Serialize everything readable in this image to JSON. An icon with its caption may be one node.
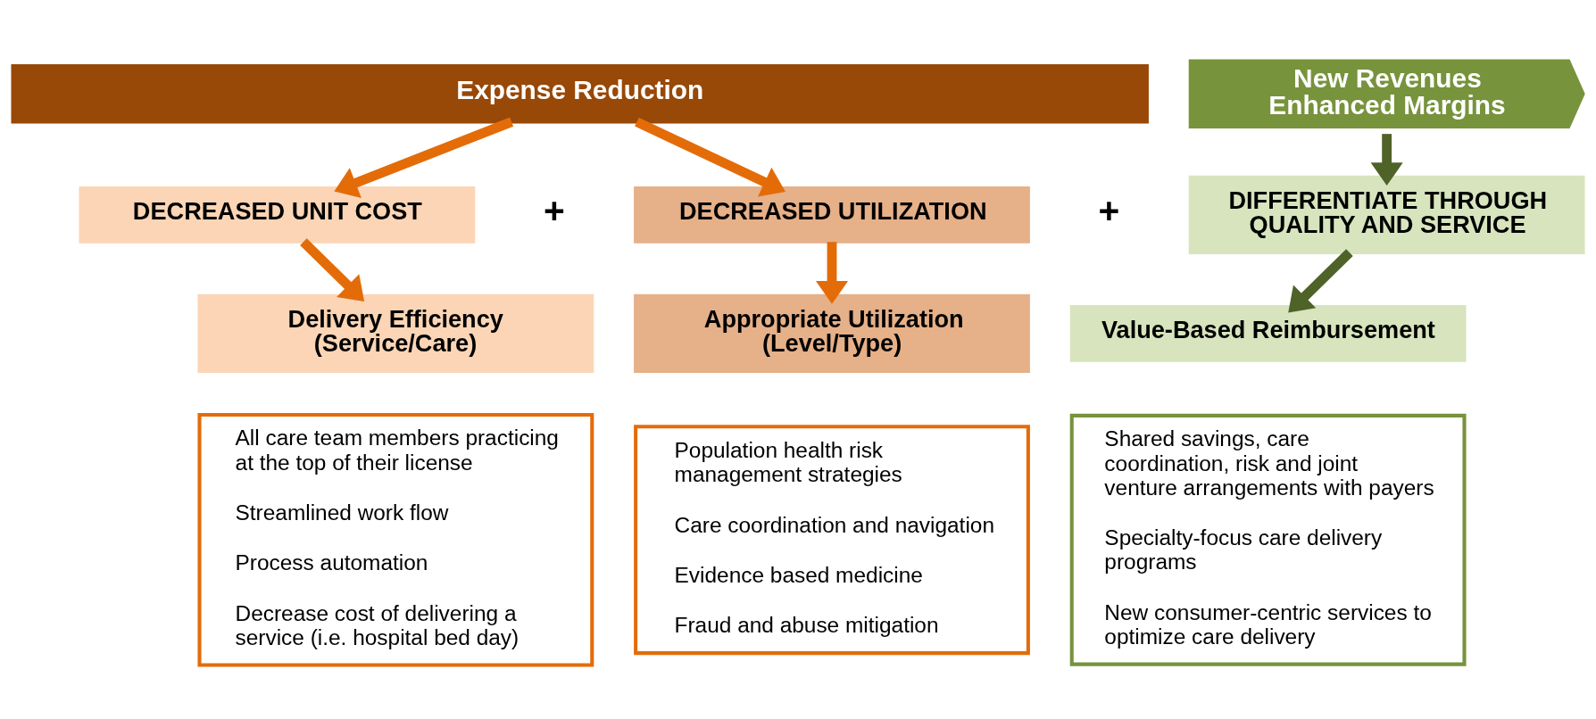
{
  "diagram": {
    "nodes": [
      {
        "text": [
          "Expense Reduction"
        ]
      },
      {
        "text": [
          "New Revenues Enhanced Margins"
        ]
      },
      {
        "text": [
          "DECREASED UNIT COST"
        ]
      },
      {
        "text": [
          "DECREASED UTILIZATION"
        ]
      },
      {
        "text": [
          "DIFFERENTIATE THROUGH QUALITY AND SERVICE"
        ]
      },
      {
        "text": [
          "Delivery Efficiency (Service/Care)"
        ]
      },
      {
        "text": [
          "Appropriate Utilization (Level/Type)"
        ]
      },
      {
        "text": [
          "Value-Based Reimbursement"
        ]
      },
      {
        "text": [
          "All care team members practicing at the top of their license",
          "Streamlined work flow",
          "Process automation",
          "Decrease cost of delivering a service (i.e. hospital bed day)"
        ]
      },
      {
        "text": [
          "Population health risk management strategies",
          "Care coordination and navigation",
          "Evidence based medicine",
          "Fraud and abuse mitigation"
        ]
      },
      {
        "text": [
          "Shared savings, care coordination, risk and joint venture arrangements with payers",
          "Specialty-focus care delivery programs",
          "New consumer-centric services to optimize care delivery"
        ]
      }
    ],
    "edges": [
      {
        "from": 0,
        "to": 2,
        "arrow": "to"
      },
      {
        "from": 0,
        "to": 3,
        "arrow": "to"
      },
      {
        "from": 1,
        "to": 4,
        "arrow": "to",
        "color": "#4f6228"
      },
      {
        "from": 2,
        "to": 5,
        "arrow": "to"
      },
      {
        "from": 3,
        "to": 6,
        "arrow": "to"
      },
      {
        "from": 4,
        "to": 7,
        "arrow": "to",
        "color": "#4f6228"
      }
    ],
    "labels": [
      "+",
      "+"
    ]
  }
}
